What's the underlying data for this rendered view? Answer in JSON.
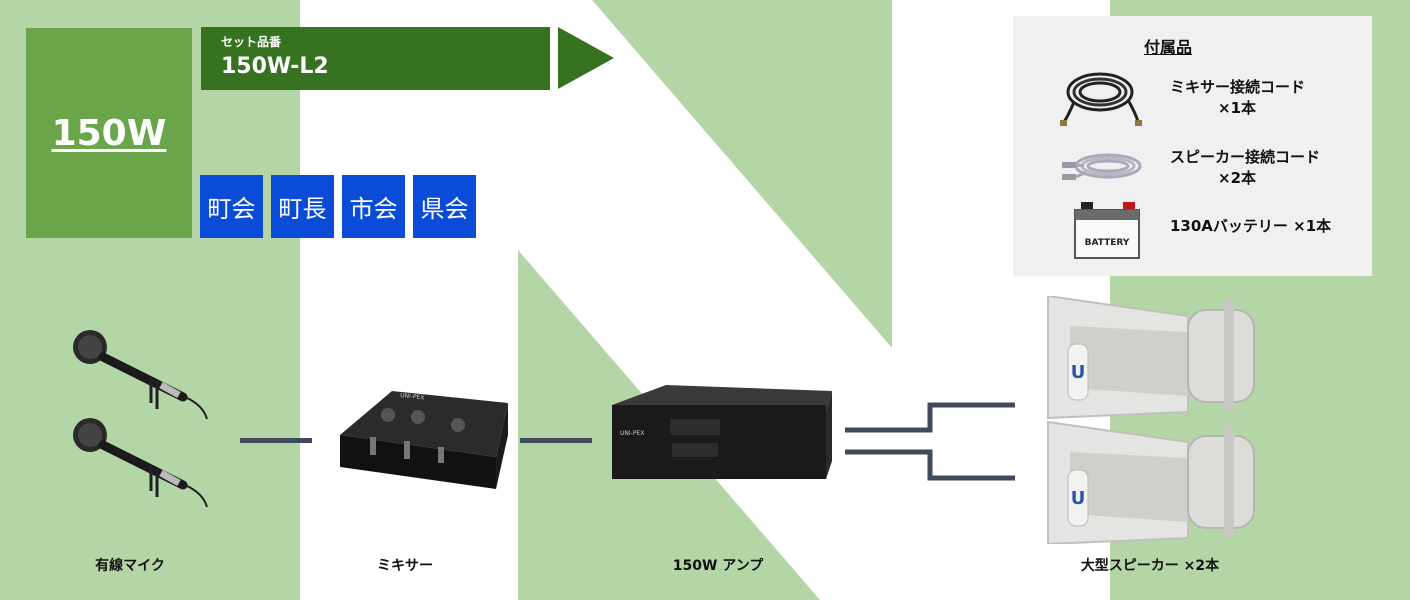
{
  "header": {
    "power": "150W",
    "set_label": "セット品番",
    "set_number": "150W-L2",
    "usages": [
      "町会",
      "町長",
      "市会",
      "県会"
    ]
  },
  "accessories": {
    "title": "付属品",
    "items": [
      {
        "line1": "ミキサー接続コード",
        "line2": "×1本",
        "icon": "cable-icon"
      },
      {
        "line1": "スピーカー接続コード",
        "line2": "×2本",
        "icon": "speaker-cable-icon"
      },
      {
        "line1": "130Aバッテリー ×1本",
        "line2": "",
        "icon": "battery-icon",
        "battery_text": "BATTERY"
      }
    ]
  },
  "components": [
    {
      "caption": "有線マイク",
      "icon": "microphone-icon"
    },
    {
      "caption": "ミキサー",
      "icon": "mixer-icon"
    },
    {
      "caption": "150W アンプ",
      "icon": "amplifier-icon"
    },
    {
      "caption": "大型スピーカー ×2本",
      "icon": "horn-speaker-icon"
    }
  ],
  "brand": {
    "mark": "U",
    "label": "UNI-PEX"
  },
  "colors": {
    "background": "#b4d6a6",
    "power_box": "#6aa54a",
    "set_banner": "#36721f",
    "usage_badge": "#0a4bd8",
    "connector": "#414a5a"
  }
}
